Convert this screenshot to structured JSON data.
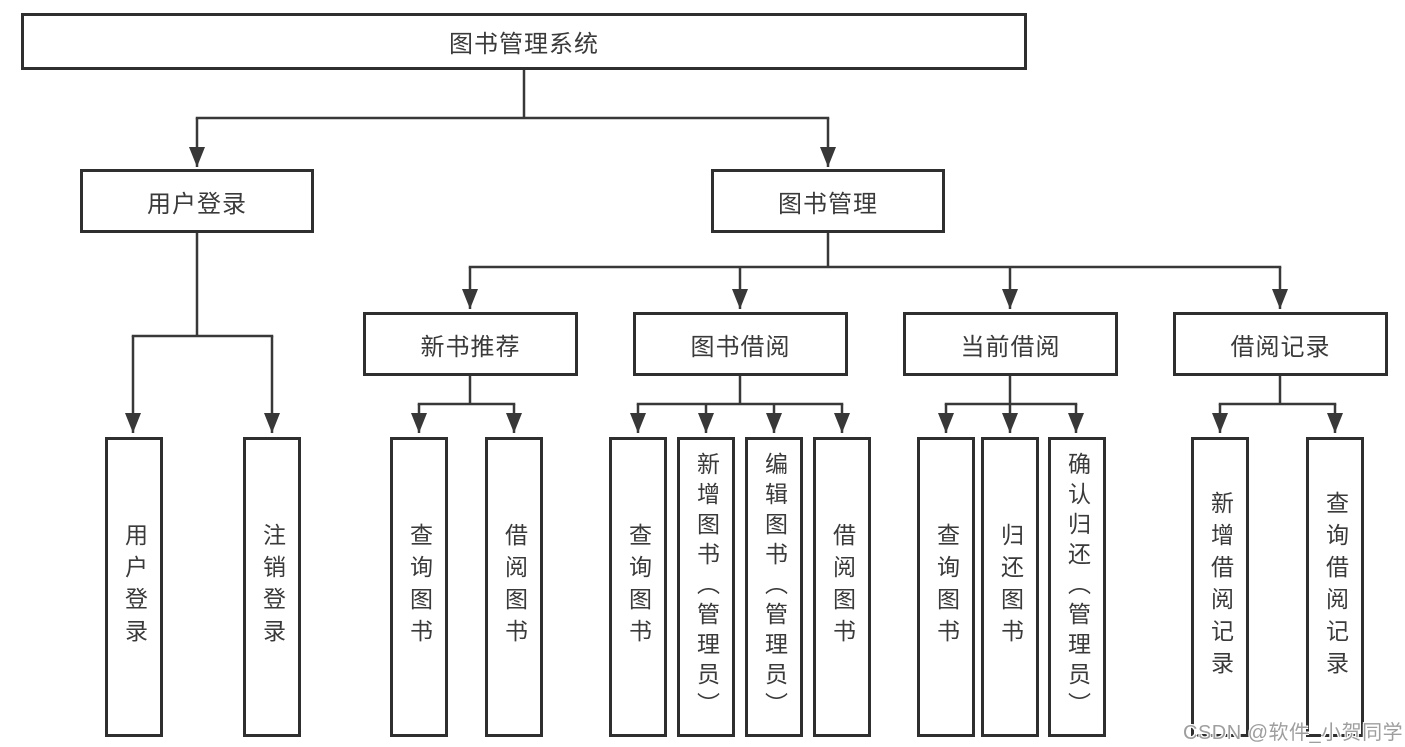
{
  "tree": {
    "root": {
      "label": "图书管理系统"
    },
    "branches": [
      {
        "label": "用户登录",
        "children": [
          {
            "label": "用户登录"
          },
          {
            "label": "注销登录"
          }
        ]
      },
      {
        "label": "图书管理",
        "children": [
          {
            "label": "新书推荐",
            "children": [
              {
                "label": "查询图书"
              },
              {
                "label": "借阅图书"
              }
            ]
          },
          {
            "label": "图书借阅",
            "children": [
              {
                "label": "查询图书"
              },
              {
                "label": "新增图书（管理员）"
              },
              {
                "label": "编辑图书（管理员）"
              },
              {
                "label": "借阅图书"
              }
            ]
          },
          {
            "label": "当前借阅",
            "children": [
              {
                "label": "查询图书"
              },
              {
                "label": "归还图书"
              },
              {
                "label": "确认归还（管理员）"
              }
            ]
          },
          {
            "label": "借阅记录",
            "children": [
              {
                "label": "新增借阅记录"
              },
              {
                "label": "查询借阅记录"
              }
            ]
          }
        ]
      }
    ]
  },
  "watermark": {
    "text": "CSDN @软件_小贺同学"
  },
  "colors": {
    "background": "#ffffff",
    "box_border": "#2f2f2f",
    "line": "#383838",
    "text": "#3a3a3a",
    "watermark": "#9e9e9e"
  }
}
